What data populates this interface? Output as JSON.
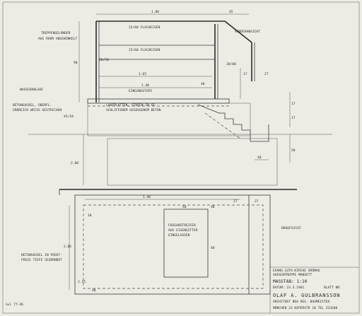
{
  "labels": {
    "tepp_gelaender": "TREPPENGELÄNDER",
    "aus_rohr": "AUS ROHR ABGEWINKELT",
    "vorderansicht": "VORDERANSICHT",
    "flacheisen_1": "15/60 FLACHEISEN",
    "flacheisen_2": "15/60 FLACHEISEN",
    "eingangsstufe": "EINGANGSTUFE",
    "wasserablauf": "WASSERABLAUF",
    "betonsockel_1": "BETONSOCKEL, OBERFL.",
    "betonsockel_2": "ERDREICH WEISS GESTRICHEN",
    "laufplatten_1": "LAUFPLATTEN, STUFEN IN GE-",
    "laufplatten_2": "SCHLIFFENEM GEGOSSENEM BETON",
    "fussabstreifer_1": "FUSSABSTREIFER",
    "fussabstreifer_2": "AUS EISENGITTER",
    "fussabstreifer_3": "EINGELASSEN",
    "betonsockel_frost_1": "BETONSOCKEL IN FROST-",
    "betonsockel_frost_2": "FREIE TIEFE GEGRÜNDET",
    "draufsicht": "DRAUFSICHT",
    "corner_ref": "Gul 77-46"
  },
  "dimensions": {
    "d180": "1.80",
    "d45": "45",
    "d90": "90",
    "d20_50": "20/50",
    "d165": "1.65",
    "d40a": "40",
    "d140": "1.40",
    "d20_80": "20/80",
    "d17a": "17",
    "d27": "27",
    "d45_10": "45/10",
    "d17b": "17",
    "d17c": "17",
    "d50": "50",
    "d40b": "40",
    "d200": "2.00",
    "d146": "1.46",
    "d40c": "40",
    "d40d": "40",
    "d17d": "17",
    "d27b": "27",
    "d206": "2.06",
    "d40e": "40",
    "d10": "10",
    "d215": "2.15",
    "d40f": "40"
  },
  "title_block": {
    "line1": "EVANG.LUTH.KIRCHE GRÜNAU",
    "line2": "AUSSENTREPPE MANSETT",
    "scale": "MASSTAB: 1:10",
    "date": "DATUM: 23.3.1961",
    "sheet": "BLATT NR.",
    "architect": "OLAF A. GULBRANSSON",
    "firm": "ARCHITEKT BDA REG. BAUMEISTER",
    "address": "MÜNCHEN 23 KEPERSTR 10 TEL 333208"
  },
  "colors": {
    "paper": "#ecebe4",
    "ink": "#2e2e2e"
  }
}
